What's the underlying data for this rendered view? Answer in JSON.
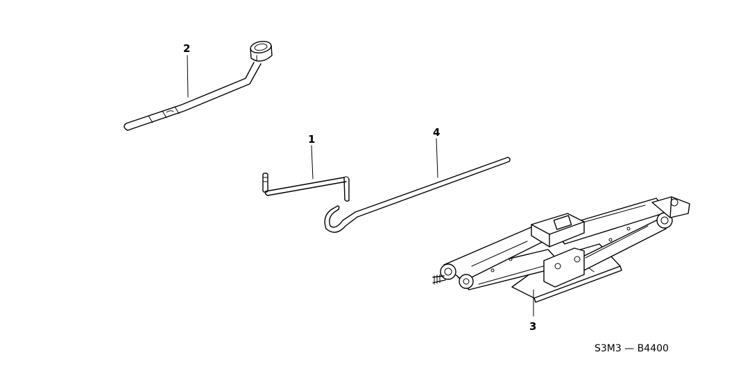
{
  "parts": [
    {
      "callout": "1",
      "icon": "jack-handle-icon"
    },
    {
      "callout": "2",
      "icon": "wheel-nut-wrench-icon"
    },
    {
      "callout": "3",
      "icon": "scissor-jack-icon"
    },
    {
      "callout": "4",
      "icon": "extension-bar-icon"
    }
  ],
  "diagram_code": "S3M3 — B4400"
}
